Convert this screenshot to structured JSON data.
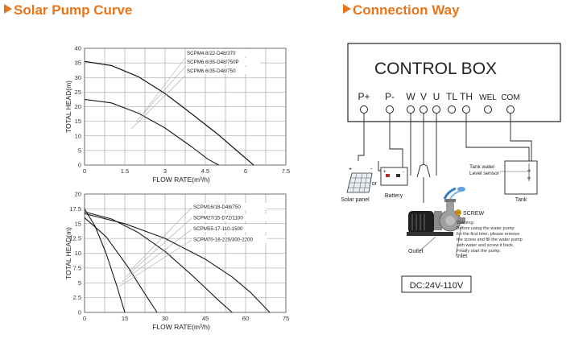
{
  "headers": {
    "left": "Solar Pump Curve",
    "right": "Connection Way"
  },
  "chart_data": [
    {
      "type": "line",
      "xlabel": "FLOW RATE(m³/h)",
      "ylabel": "TOTAL HEAD(m)",
      "xlim": [
        0,
        7.5
      ],
      "ylim": [
        0,
        40
      ],
      "xticks": [
        "0",
        "1.5",
        "3",
        "4.5",
        "6",
        "7.5"
      ],
      "yticks": [
        "0",
        "5",
        "10",
        "15",
        "20",
        "25",
        "30",
        "35",
        "40"
      ],
      "grid": true,
      "series": [
        {
          "name": "SCPM4.8/22-D48/370",
          "x": [
            0,
            1,
            2,
            3,
            4,
            4.6,
            5.0
          ],
          "y": [
            22.5,
            21.3,
            17.8,
            12.7,
            6.2,
            2,
            0
          ]
        },
        {
          "name": "SCPM6.6/35-D48/750P",
          "x": [
            0,
            1,
            2,
            3,
            4,
            5,
            5.6,
            6.3
          ],
          "y": [
            35.5,
            34.1,
            30.3,
            24.5,
            17.5,
            10.3,
            5.5,
            0
          ]
        },
        {
          "name": "SCPM6.6/35-D48/750",
          "x": [
            0,
            1,
            2,
            3,
            4,
            5,
            5.6,
            6.3
          ],
          "y": [
            35.5,
            34.1,
            30.3,
            24.5,
            17.5,
            10.3,
            5.5,
            0
          ]
        }
      ]
    },
    {
      "type": "line",
      "xlabel": "FLOW RATE(m³/h)",
      "ylabel": "TOTAL HEAD(m)",
      "xlim": [
        0,
        75
      ],
      "ylim": [
        0,
        20
      ],
      "xticks": [
        "0",
        "15",
        "30",
        "45",
        "60",
        "75"
      ],
      "yticks": [
        "0",
        "2.5",
        "5",
        "7.5",
        "10",
        "12.5",
        "15",
        "17.5",
        "20"
      ],
      "grid": true,
      "series": [
        {
          "name": "SCPM16/18-D48/750",
          "x": [
            0,
            4,
            8,
            12,
            15
          ],
          "y": [
            17.5,
            14.5,
            10,
            4.5,
            0
          ]
        },
        {
          "name": "SCPM27/15-D72/1100",
          "x": [
            0,
            8,
            16,
            22,
            27
          ],
          "y": [
            16,
            12.8,
            7.8,
            3.5,
            0
          ]
        },
        {
          "name": "SCPM55-17-110-1500",
          "x": [
            0,
            10,
            20,
            30,
            40,
            50,
            55
          ],
          "y": [
            17,
            15.8,
            13.5,
            10.3,
            6.3,
            2,
            0
          ]
        },
        {
          "name": "SCPM70-16-220/300-2200",
          "x": [
            0,
            15,
            30,
            45,
            55,
            62,
            69
          ],
          "y": [
            16.7,
            15,
            12.5,
            9,
            6,
            3.3,
            0
          ]
        }
      ]
    }
  ],
  "diagram": {
    "control_box_title": "CONTROL BOX",
    "terminals": [
      "P+",
      "P-",
      "W",
      "V",
      "U",
      "TL",
      "TH",
      "WEL",
      "COM"
    ],
    "solar_panel_label": "Solar panel",
    "or_label": "or",
    "battery_label": "Battery",
    "sensor_label_1": "Tank water",
    "sensor_label_2": "Level sensor",
    "tank_label": "Tank",
    "screw_label": "SCREW",
    "warning_lines": [
      "Warning:",
      "Before using the water pump",
      "for the first time, please remove",
      "the screw and fill the water pump",
      "with water and screw it back.",
      "Finally start the pump."
    ],
    "outlet_label": "Outlet",
    "inlet_label": "Inlet",
    "voltage_label": "DC:24V-110V"
  }
}
